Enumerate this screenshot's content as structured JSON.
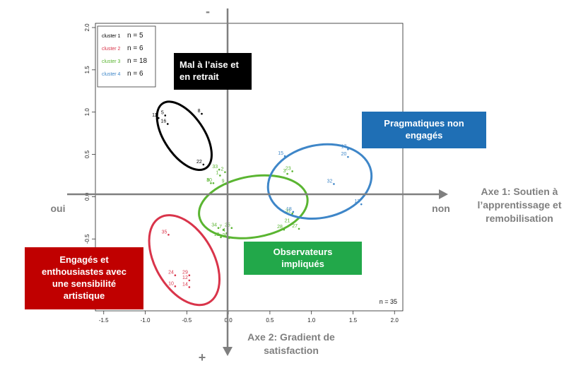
{
  "chart_data": {
    "type": "scatter",
    "xlim": [
      -1.6,
      2.1
    ],
    "ylim": [
      -1.35,
      2.05
    ],
    "x_ticks": [
      "-1.5",
      "-1.0",
      "-0.5",
      "0.0",
      "0.5",
      "1.0",
      "1.5",
      "2.0"
    ],
    "y_ticks": [
      "-0.5",
      "0.0",
      "0.5",
      "1.0",
      "1.5",
      "2.0"
    ],
    "x_tick_values": [
      -1.5,
      -1.0,
      -0.5,
      0.0,
      0.5,
      1.0,
      1.5,
      2.0
    ],
    "y_tick_values": [
      -0.5,
      0.0,
      0.5,
      1.0,
      1.5,
      2.0
    ],
    "grid": false,
    "legend": "top-left",
    "series": [
      {
        "name": "cluster 1",
        "legend_n": "n = 5",
        "color": "#000000",
        "points": [
          {
            "label": "11",
            "x": -0.84,
            "y": 0.93
          },
          {
            "label": "5",
            "x": -0.76,
            "y": 0.96
          },
          {
            "label": "16",
            "x": -0.73,
            "y": 0.86
          },
          {
            "label": "8",
            "x": -0.32,
            "y": 0.98
          },
          {
            "label": "22",
            "x": -0.3,
            "y": 0.38
          }
        ],
        "ellipse": {
          "cx": -0.53,
          "cy": 0.72,
          "rx": 0.24,
          "ry": 0.46,
          "angle": -34
        }
      },
      {
        "name": "cluster 2",
        "legend_n": "n = 6",
        "color": "#d9344a",
        "points": [
          {
            "label": "35",
            "x": -0.72,
            "y": -0.45
          },
          {
            "label": "24",
            "x": -0.64,
            "y": -0.93
          },
          {
            "label": "29",
            "x": -0.47,
            "y": -0.93
          },
          {
            "label": "12",
            "x": -0.47,
            "y": -0.99
          },
          {
            "label": "10",
            "x": -0.64,
            "y": -1.06
          },
          {
            "label": "14",
            "x": -0.47,
            "y": -1.07
          }
        ],
        "ellipse": {
          "cx": -0.53,
          "cy": -0.75,
          "rx": 0.35,
          "ry": 0.58,
          "angle": -30
        }
      },
      {
        "name": "cluster 3",
        "legend_n": "n = 18",
        "color": "#5ab531",
        "points": [
          {
            "label": "33",
            "x": -0.11,
            "y": 0.32
          },
          {
            "label": "2",
            "x": -0.04,
            "y": 0.29
          },
          {
            "label": "1",
            "x": -0.1,
            "y": 0.25
          },
          {
            "label": "6",
            "x": -0.21,
            "y": 0.16
          },
          {
            "label": "30",
            "x": -0.18,
            "y": 0.16
          },
          {
            "label": "9",
            "x": -0.03,
            "y": 0.15
          },
          {
            "label": "23",
            "x": 0.77,
            "y": 0.3
          },
          {
            "label": "3",
            "x": 0.71,
            "y": 0.27
          },
          {
            "label": "31",
            "x": 0.77,
            "y": -0.2
          },
          {
            "label": "27",
            "x": 0.85,
            "y": -0.38
          },
          {
            "label": "28",
            "x": 0.67,
            "y": -0.39
          },
          {
            "label": "21",
            "x": 0.76,
            "y": -0.32
          },
          {
            "label": "25",
            "x": 0.04,
            "y": -0.37
          },
          {
            "label": "34",
            "x": -0.12,
            "y": -0.37
          },
          {
            "label": "7",
            "x": -0.06,
            "y": -0.39
          },
          {
            "label": "4",
            "x": -0.02,
            "y": -0.43
          },
          {
            "label": "19",
            "x": -0.09,
            "y": -0.48
          },
          {
            "label": "26",
            "x": 0.01,
            "y": -0.49
          }
        ],
        "ellipse": {
          "cx": 0.3,
          "cy": -0.12,
          "rx": 0.66,
          "ry": 0.36,
          "angle": -10
        }
      },
      {
        "name": "cluster 4",
        "legend_n": "n = 6",
        "color": "#3e86c8",
        "points": [
          {
            "label": "15",
            "x": 0.68,
            "y": 0.48
          },
          {
            "label": "17",
            "x": 1.44,
            "y": 0.56
          },
          {
            "label": "20",
            "x": 1.44,
            "y": 0.47
          },
          {
            "label": "13",
            "x": 1.6,
            "y": -0.09
          },
          {
            "label": "32",
            "x": 1.27,
            "y": 0.15
          },
          {
            "label": "18",
            "x": 0.78,
            "y": -0.18
          }
        ],
        "ellipse": {
          "cx": 1.1,
          "cy": 0.18,
          "rx": 0.63,
          "ry": 0.43,
          "angle": -12
        }
      }
    ],
    "annotation": "n = 35"
  },
  "overlay": {
    "boxes": [
      {
        "id": "cluster1",
        "text": "Mal à l’aise et\nen retrait",
        "color": "#000000"
      },
      {
        "id": "cluster4",
        "text": "Pragmatiques non\nengagés",
        "color": "#1f6fb5"
      },
      {
        "id": "cluster3",
        "text": "Observateurs\nimpliqués",
        "color": "#22a84a"
      },
      {
        "id": "cluster2",
        "text": "Engagés et\nenthousiastes avec\nune sensibilité\nartistique",
        "color": "#c00000"
      }
    ],
    "axis1_label": "Axe 1: Soutien à\nl’apprentissage et\nremobilisation",
    "axis2_label": "Axe 2: Gradient de\nsatisfaction",
    "oui": "oui",
    "non": "non",
    "minus": "-",
    "plus": "+"
  },
  "colors": {
    "axis_overlay": "#7f7f7f",
    "plot_frame": "#222222"
  }
}
